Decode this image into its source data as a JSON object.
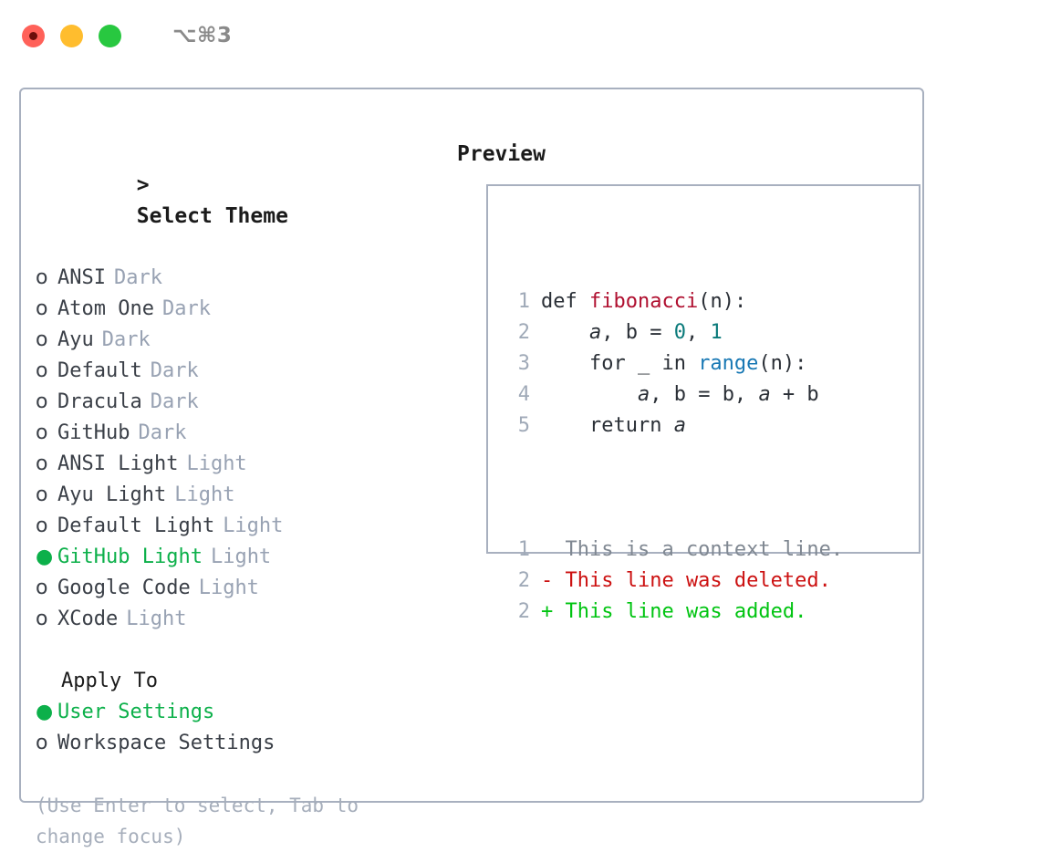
{
  "titlebar": {
    "shortcut": "⌥⌘3",
    "buttons": [
      {
        "name": "close",
        "color": "#ff6159"
      },
      {
        "name": "minimize",
        "color": "#ffbd2e"
      },
      {
        "name": "zoom",
        "color": "#28c840"
      }
    ]
  },
  "theme_picker": {
    "caret": ">",
    "title": "Select Theme",
    "selected_theme": "GitHub Light",
    "radio_unselected": "o",
    "radio_selected": "●",
    "accent_color": "#0cb04a",
    "badge_color": "#98a2b3",
    "items": [
      {
        "label": "ANSI",
        "badge": "Dark",
        "selected": false
      },
      {
        "label": "Atom One",
        "badge": "Dark",
        "selected": false
      },
      {
        "label": "Ayu",
        "badge": "Dark",
        "selected": false
      },
      {
        "label": "Default",
        "badge": "Dark",
        "selected": false
      },
      {
        "label": "Dracula",
        "badge": "Dark",
        "selected": false
      },
      {
        "label": "GitHub",
        "badge": "Dark",
        "selected": false
      },
      {
        "label": "ANSI Light",
        "badge": "Light",
        "selected": false
      },
      {
        "label": "Ayu Light",
        "badge": "Light",
        "selected": false
      },
      {
        "label": "Default Light",
        "badge": "Light",
        "selected": false
      },
      {
        "label": "GitHub Light",
        "badge": "Light",
        "selected": true
      },
      {
        "label": "Google Code",
        "badge": "Light",
        "selected": false
      },
      {
        "label": "XCode",
        "badge": "Light",
        "selected": false
      }
    ]
  },
  "apply_to": {
    "title": "Apply To",
    "selected_option": "User Settings",
    "items": [
      {
        "label": "User Settings",
        "selected": true
      },
      {
        "label": "Workspace Settings",
        "selected": false
      }
    ]
  },
  "hint": "(Use Enter to select, Tab to change focus)",
  "preview": {
    "title": "Preview",
    "code_lines": [
      {
        "number": "1",
        "tokens": [
          {
            "text": "def ",
            "style": "plain"
          },
          {
            "text": "fibonacci",
            "style": "fn"
          },
          {
            "text": "(n):",
            "style": "plain"
          }
        ]
      },
      {
        "number": "2",
        "tokens": [
          {
            "text": "    ",
            "style": "plain"
          },
          {
            "text": "a",
            "style": "var"
          },
          {
            "text": ", ",
            "style": "plain"
          },
          {
            "text": "b",
            "style": "plain"
          },
          {
            "text": " = ",
            "style": "plain"
          },
          {
            "text": "0",
            "style": "num"
          },
          {
            "text": ", ",
            "style": "plain"
          },
          {
            "text": "1",
            "style": "num"
          }
        ]
      },
      {
        "number": "3",
        "tokens": [
          {
            "text": "    for _ in ",
            "style": "plain"
          },
          {
            "text": "range",
            "style": "call"
          },
          {
            "text": "(n):",
            "style": "plain"
          }
        ]
      },
      {
        "number": "4",
        "tokens": [
          {
            "text": "        ",
            "style": "plain"
          },
          {
            "text": "a",
            "style": "var"
          },
          {
            "text": ", b = b, ",
            "style": "plain"
          },
          {
            "text": "a",
            "style": "var"
          },
          {
            "text": " + b",
            "style": "plain"
          }
        ]
      },
      {
        "number": "5",
        "tokens": [
          {
            "text": "    return ",
            "style": "plain"
          },
          {
            "text": "a",
            "style": "var"
          }
        ]
      }
    ],
    "diff_lines": [
      {
        "number": "1",
        "marker": "  ",
        "text": "This is a context line.",
        "kind": "context"
      },
      {
        "number": "2",
        "marker": "- ",
        "text": "This line was deleted.",
        "kind": "deleted"
      },
      {
        "number": "2",
        "marker": "+ ",
        "text": "This line was added.",
        "kind": "added"
      }
    ],
    "colors": {
      "function": "#b01030",
      "number": "#0a7a7a",
      "builtin": "#1878b4",
      "line_number": "#a0aab8",
      "diff_context": "#808892",
      "diff_deleted": "#cc1111",
      "diff_added": "#00c411"
    }
  }
}
